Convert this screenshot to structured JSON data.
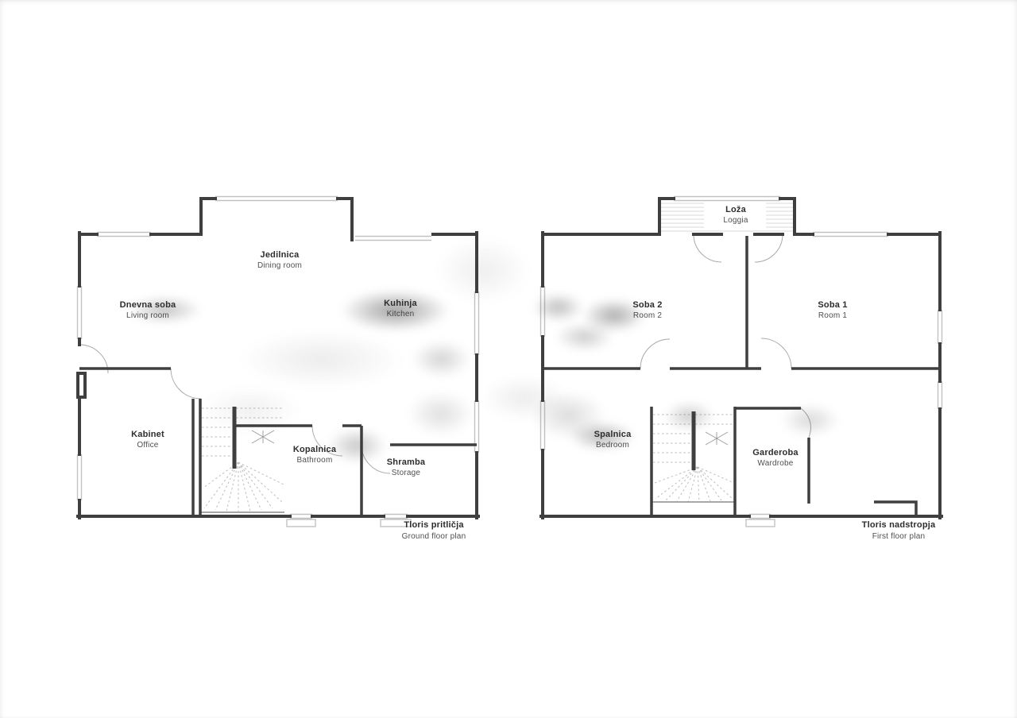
{
  "document_kind": "architectural floor plan drawing",
  "colors": {
    "background": "#ffffff",
    "wall": "#3f3f3f",
    "window": "#c2c2c2",
    "door_arc": "#a8a8a8",
    "stair_dash": "#bdbdbd",
    "hatch": "#d9d9d9",
    "label_primary": "#2d2d2d",
    "label_secondary": "#4f4f4f"
  },
  "ground_floor": {
    "caption": {
      "sl": "Tloris pritličja",
      "en": "Ground floor plan"
    },
    "rooms": {
      "dining": {
        "sl": "Jedilnica",
        "en": "Dining room"
      },
      "living": {
        "sl": "Dnevna soba",
        "en": "Living room"
      },
      "kitchen": {
        "sl": "Kuhinja",
        "en": "Kitchen"
      },
      "office": {
        "sl": "Kabinet",
        "en": "Office"
      },
      "bathroom": {
        "sl": "Kopalnica",
        "en": "Bathroom"
      },
      "storage": {
        "sl": "Shramba",
        "en": "Storage"
      }
    }
  },
  "first_floor": {
    "caption": {
      "sl": "Tloris nadstropja",
      "en": "First floor plan"
    },
    "rooms": {
      "loggia": {
        "sl": "Loža",
        "en": "Loggia"
      },
      "room2": {
        "sl": "Soba 2",
        "en": "Room 2"
      },
      "room1": {
        "sl": "Soba 1",
        "en": "Room 1"
      },
      "bedroom": {
        "sl": "Spalnica",
        "en": "Bedroom"
      },
      "wardrobe": {
        "sl": "Garderoba",
        "en": "Wardrobe"
      }
    }
  }
}
